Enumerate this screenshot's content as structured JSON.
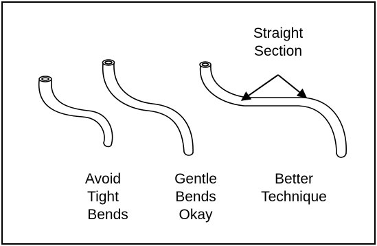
{
  "annotation": {
    "line1": "Straight",
    "line2": "Section"
  },
  "labels": [
    {
      "lines": [
        "Avoid",
        "Tight",
        "Bends"
      ]
    },
    {
      "lines": [
        "Gentle",
        "Bends",
        "Okay"
      ]
    },
    {
      "lines": [
        "Better",
        "Technique"
      ]
    }
  ]
}
